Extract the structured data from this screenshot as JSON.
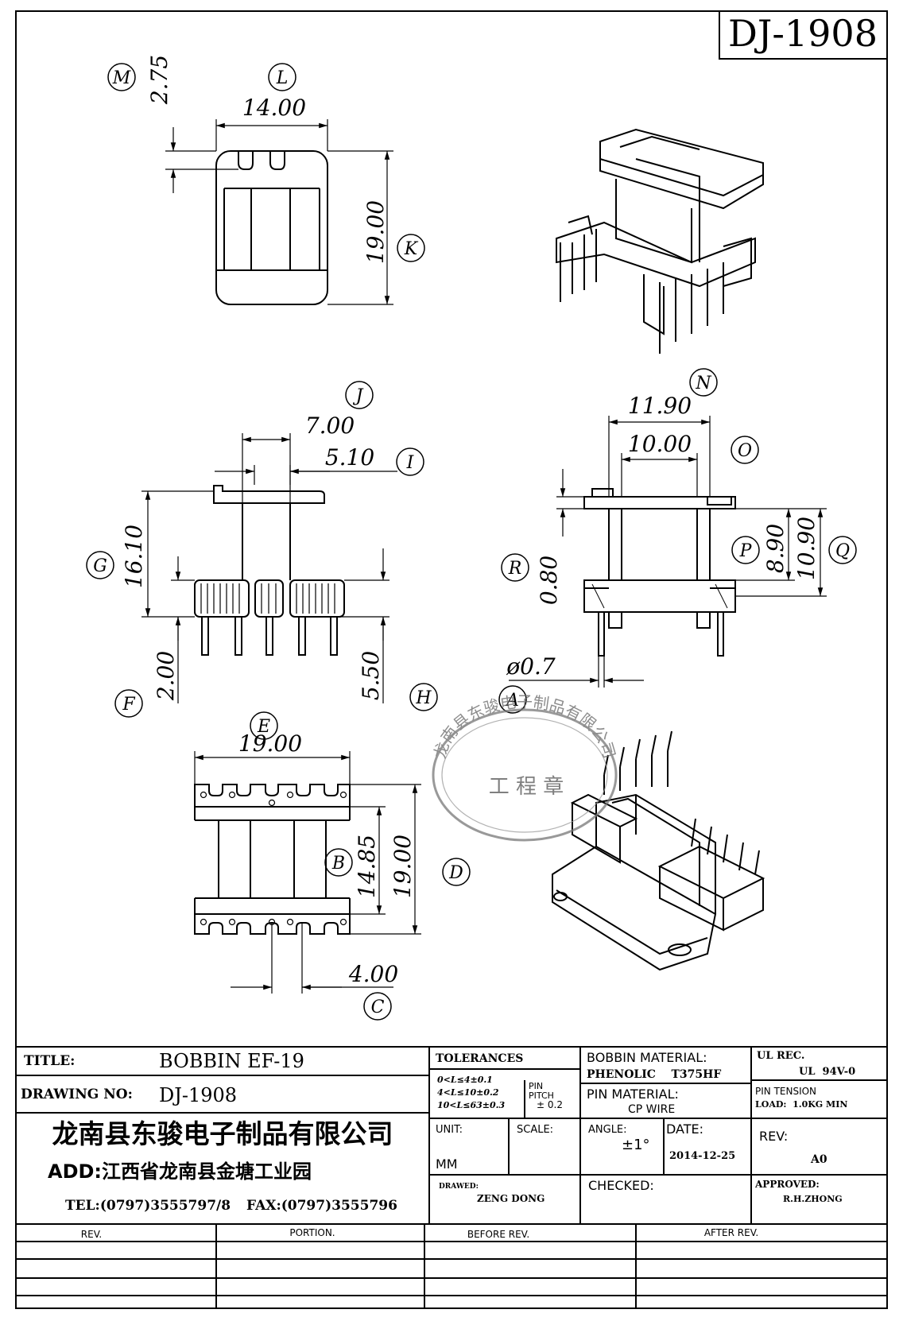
{
  "drawing_number_box": "DJ-1908",
  "callouts": {
    "M": "M",
    "L": "L",
    "K": "K",
    "J": "J",
    "I": "I",
    "G": "G",
    "F": "F",
    "H": "H",
    "A": "A",
    "N": "N",
    "O": "O",
    "P": "P",
    "Q": "Q",
    "R": "R",
    "E": "E",
    "B": "B",
    "D": "D",
    "C": "C"
  },
  "dimensions": {
    "m": "2.75",
    "l": "14.00",
    "k": "19.00",
    "j": "7.00",
    "i": "5.10",
    "g": "16.10",
    "f": "2.00",
    "h": "5.50",
    "n": "11.90",
    "o": "10.00",
    "p": "8.90",
    "q": "10.90",
    "r": "0.80",
    "a": "ø0.7",
    "e": "19.00",
    "b": "14.85",
    "d": "19.00",
    "c": "4.00"
  },
  "stamp": {
    "ring_text": "龙南县东骏电子制品有限公司",
    "center_text": "工 程 章"
  },
  "title_block": {
    "title_label": "TITLE:",
    "title_value": "BOBBIN EF-19",
    "drawing_no_label": "DRAWING NO:",
    "drawing_no_value": "DJ-1908",
    "company": "龙南县东骏电子制品有限公司",
    "address": "ADD:江西省龙南县金塘工业园",
    "tel": "TEL:(0797)3555797/8",
    "fax": "FAX:(0797)3555796",
    "tolerances_label": "TOLERANCES",
    "tol_line1": "0<L≤4±0.1",
    "tol_line2": "4<L≤10±0.2",
    "tol_line3": "10<L≤63±0.3",
    "pin_pitch_label1": "PIN",
    "pin_pitch_label2": "PITCH",
    "pin_pitch_value": "± 0.2",
    "bobbin_material_label": "BOBBIN MATERIAL:",
    "bobbin_material_value": "PHENOLIC    T375HF",
    "ul_label": "UL REC.",
    "ul_value": "UL  94V-0",
    "pin_material_label": "PIN MATERIAL:",
    "pin_material_value": "CP WIRE",
    "pin_tension_label": "PIN TENSION",
    "pin_tension_value": "LOAD:  1.0KG MIN",
    "unit_label": "UNIT:",
    "unit_value": "MM",
    "scale_label": "SCALE:",
    "angle_label": "ANGLE:",
    "angle_value": "±1°",
    "date_label": "DATE:",
    "date_value": "2014-12-25",
    "rev_label": "REV:",
    "rev_value": "A0",
    "drawn_label": "DRAWED:",
    "drawn_value": "ZENG DONG",
    "checked_label": "CHECKED:",
    "approved_label": "APPROVED:",
    "approved_value": "R.H.ZHONG"
  },
  "revision_table": {
    "headers": [
      "REV.",
      "PORTION.",
      "BEFORE REV.",
      "AFTER REV."
    ]
  }
}
